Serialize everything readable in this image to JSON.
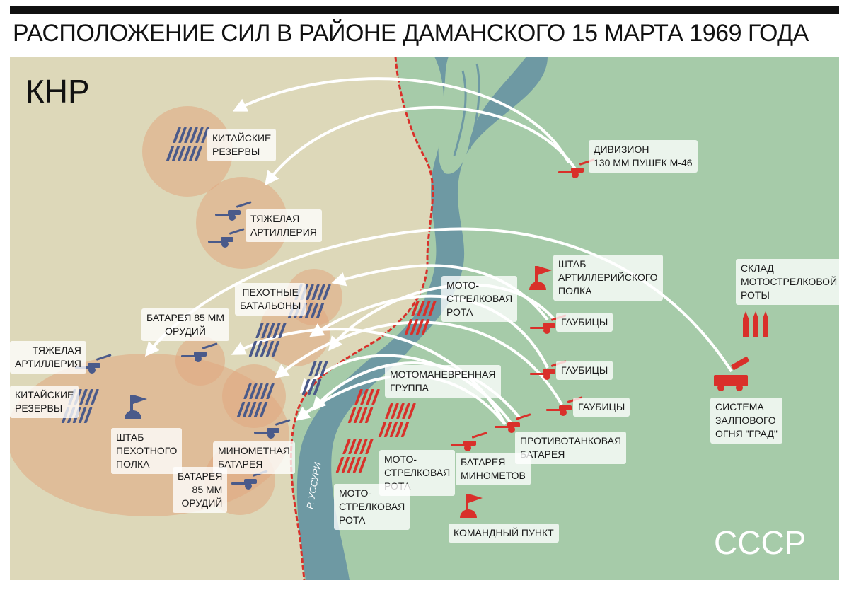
{
  "title": "РАСПОЛОЖЕНИЕ СИЛ В РАЙОНЕ ДАМАНСКОГО 15 МАРТА 1969 ГОДА",
  "colors": {
    "china_land": "#ddd8b9",
    "ussr_land": "#a6cba9",
    "river": "#6e99a3",
    "chinese_zone": "#e0a77f",
    "chinese_unit": "#4a5a8a",
    "soviet_unit": "#d9302a",
    "border": "#d9302a",
    "arrow": "#ffffff"
  },
  "countries": {
    "china": "КНР",
    "ussr": "СССР"
  },
  "river_label": "Р. УССУРИ",
  "chinese_labels": {
    "reserves_north": "КИТАЙСКИЕ\nРЕЗЕРВЫ",
    "heavy_artillery_north": "ТЯЖЕЛАЯ\nАРТИЛЛЕРИЯ",
    "infantry_battalions": "ПЕХОТНЫЕ\nБАТАЛЬОНЫ",
    "battery_85_north": "БАТАРЕЯ 85 ММ\nОРУДИЙ",
    "heavy_artillery_west": "ТЯЖЕЛАЯ\nАРТИЛЛЕРИЯ",
    "reserves_west": "КИТАЙСКИЕ\nРЕЗЕРВЫ",
    "regiment_hq": "ШТАБ\nПЕХОТНОГО\nПОЛКА",
    "mortar_battery": "МИНОМЕТНАЯ\nБАТАРЕЯ",
    "battery_85_south": "БАТАРЕЯ\n85 ММ\nОРУДИЙ"
  },
  "soviet_labels": {
    "division_m46": "ДИВИЗИОН\n130 ММ ПУШЕК М-46",
    "artillery_hq": "ШТАБ\nАРТИЛЛЕРИЙСКОГО\nПОЛКА",
    "depot": "СКЛАД\nМОТОСТРЕЛКОВОЙ\nРОТЫ",
    "motor_company_north": "МОТО-\nСТРЕЛКОВАЯ\nРОТА",
    "howitzers_1": "ГАУБИЦЫ",
    "howitzers_2": "ГАУБИЦЫ",
    "howitzers_3": "ГАУБИЦЫ",
    "grad": "СИСТЕМА\nЗАЛПОВОГО\nОГНЯ \"ГРАД\"",
    "maneuver_group": "МОТОМАНЕВРЕННАЯ\nГРУППА",
    "antitank": "ПРОТИВОТАНКОВАЯ\nБАТАРЕЯ",
    "mortars": "БАТАРЕЯ\nМИНОМЕТОВ",
    "command_post": "КОМАНДНЫЙ ПУНКТ",
    "motor_company_mid": "МОТО-\nСТРЕЛКОВАЯ\nРОТА",
    "motor_company_south": "МОТО-\nСТРЕЛКОВАЯ\nРОТА"
  }
}
